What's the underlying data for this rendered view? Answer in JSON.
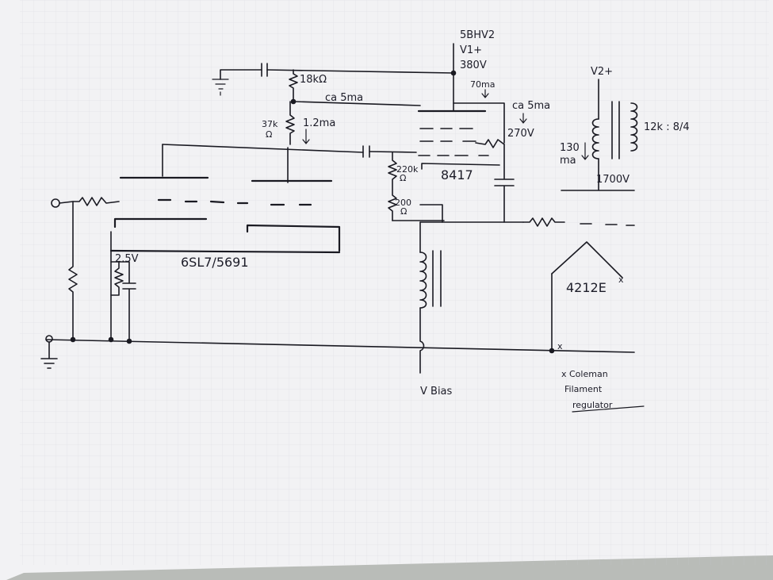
{
  "labels": {
    "rectifier": "5BHV2",
    "v1_plus": "V1+",
    "v1_voltage": "380V",
    "plate_current": "70ma",
    "r18k": "18kΩ",
    "ca5ma_top": "ca 5ma",
    "r37k_value": "37k",
    "r37k_unit": "Ω",
    "current_1_2ma": "1.2ma",
    "ca5ma_right": "ca 5ma",
    "v270": "270V",
    "r220k_value": "220k",
    "r220k_unit": "Ω",
    "r200_value": "200",
    "r200_unit": "Ω",
    "output_tube": "8417",
    "v2_plus": "V2+",
    "transformer_ratio": "12k : 8/4",
    "current_130": "130",
    "current_ma": "ma",
    "v1700": "1700V",
    "v25": "2.5V",
    "driver_tube": "6SL7/5691",
    "rect_tube": "4212E",
    "vbias": "V Bias",
    "note_line1": "x Coleman",
    "note_line2": "Filament",
    "note_line3": "regulator",
    "x_mark": "x"
  },
  "colors": {
    "paper": "#f3f3f5",
    "ink": "#1a1a22",
    "background": "#b9bcb8"
  }
}
